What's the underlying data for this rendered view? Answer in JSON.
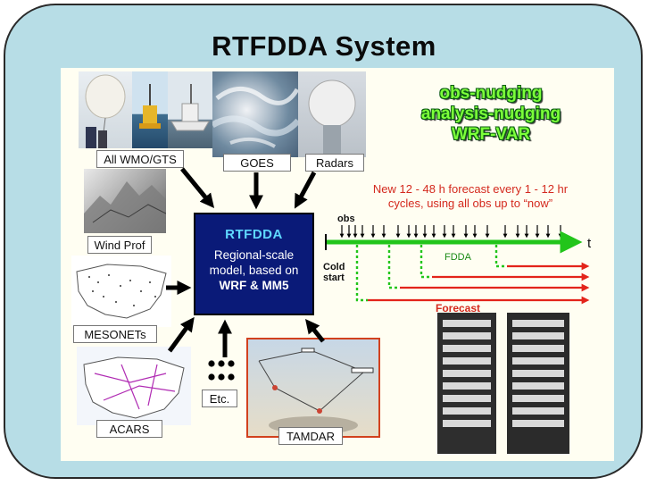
{
  "title": "RTFDDA System",
  "sources": {
    "wmo": "All WMO/GTS",
    "goes": "GOES",
    "radars": "Radars",
    "windprof": "Wind Prof",
    "mesonets": "MESONETs",
    "acars": "ACARS",
    "etc": "Etc.",
    "tamdar": "TAMDAR"
  },
  "core": {
    "title": "RTFDDA",
    "line1": "Regional-scale",
    "line2": "model, based on",
    "line3": "WRF & MM5"
  },
  "methods": {
    "line1": "obs-nudging",
    "line2": "analysis-nudging",
    "line3": "WRF-VAR"
  },
  "forecast_note": {
    "line1": "New 12 - 48 h forecast every 1 - 12 hr",
    "line2": "cycles, using all obs up to “now”"
  },
  "timeline": {
    "obs_label": "obs",
    "time_label": "t",
    "fdda_label": "FDDA",
    "cold_start_line1": "Cold",
    "cold_start_line2": "start",
    "forecast_label": "Forecast"
  },
  "colors": {
    "frame": "#b7dde6",
    "core_box": "#0a1a78",
    "fdda_line": "#22c51b",
    "forecast_line": "#e3241b",
    "methods_text": "#7cff3a"
  }
}
